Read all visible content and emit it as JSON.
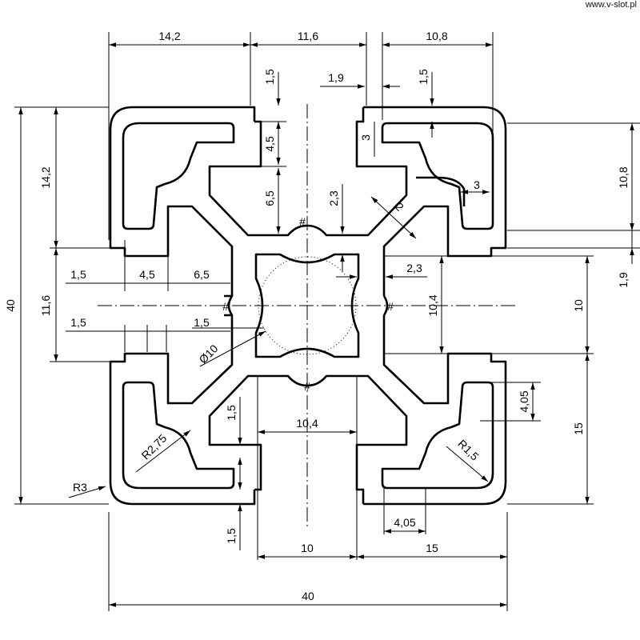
{
  "watermark": "www.v-slot.pl",
  "dimensions": {
    "top_14_2": "14,2",
    "top_11_6": "11,6",
    "top_10_8": "10,8",
    "v_1_5_top": "1,5",
    "h_1_9_top": "1,9",
    "v_1_5_topright": "1,5",
    "left_40": "40",
    "left_14_2": "14,2",
    "left_11_6": "11,6",
    "v_4_5": "4,5",
    "v_6_5": "6,5",
    "v_2_3": "2,3",
    "diag_2": "2",
    "v_3": "3",
    "h_3": "3",
    "right_10_8": "10,8",
    "right_1_9": "1,9",
    "right_10": "10",
    "right_15": "15",
    "h_1_5_a": "1,5",
    "h_4_5": "4,5",
    "h_6_5": "6,5",
    "h_2_3": "2,3",
    "v_10_4": "10,4",
    "h_1_5_b": "1,5",
    "h_1_5_c": "1,5",
    "dia_10": "Ø10",
    "v_4_05": "4,05",
    "h_10_4": "10,4",
    "v_1_5_bot": "1,5",
    "r_2_75": "R2,75",
    "r_1_5": "R1,5",
    "r_3": "R3",
    "v_1_5_lower": "1,5",
    "h_4_05": "4,05",
    "bot_10": "10",
    "bot_15": "15",
    "bot_40": "40",
    "hash": "#"
  }
}
